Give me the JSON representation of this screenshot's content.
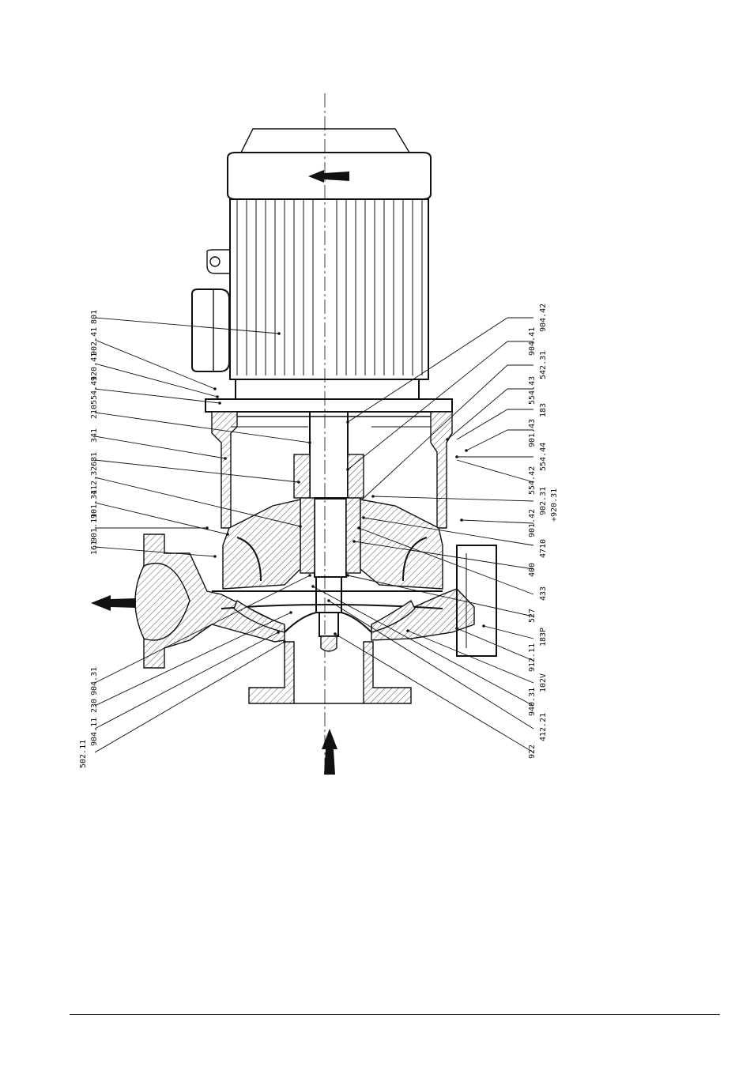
{
  "labels_left": [
    {
      "id": "801",
      "text": "801"
    },
    {
      "id": "902.41",
      "text": "902.41"
    },
    {
      "id": "920.41",
      "text": "920.41"
    },
    {
      "id": "554.41",
      "text": "554.41"
    },
    {
      "id": "210",
      "text": "210"
    },
    {
      "id": "341",
      "text": "341"
    },
    {
      "id": "681",
      "text": "681"
    },
    {
      "id": "412.32",
      "text": "412.32"
    },
    {
      "id": "901.31",
      "text": "901.31"
    },
    {
      "id": "901.11",
      "text": "901.11"
    },
    {
      "id": "161",
      "text": "161"
    },
    {
      "id": "904.31",
      "text": "904.31"
    },
    {
      "id": "230",
      "text": "230"
    },
    {
      "id": "904.11",
      "text": "904.11"
    },
    {
      "id": "502.11",
      "text": "502.11"
    }
  ],
  "labels_right": [
    {
      "id": "904.42",
      "text": "904.42"
    },
    {
      "id": "904.41",
      "text": "904.41"
    },
    {
      "id": "542.31",
      "text": "542.31"
    },
    {
      "id": "554.43",
      "text": "554.43"
    },
    {
      "id": "183",
      "text": "183"
    },
    {
      "id": "901.43",
      "text": "901.43"
    },
    {
      "id": "554.44",
      "text": "554.44"
    },
    {
      "id": "554.42",
      "text": "554.42"
    },
    {
      "id": "902.31",
      "text": "902.31"
    },
    {
      "id": "920.31",
      "text": "+920.31"
    },
    {
      "id": "901.42",
      "text": "901.42"
    },
    {
      "id": "4710",
      "text": "4710"
    },
    {
      "id": "400",
      "text": "400"
    },
    {
      "id": "433",
      "text": "433"
    },
    {
      "id": "527",
      "text": "527"
    },
    {
      "id": "183P",
      "text": "183P"
    },
    {
      "id": "912.11",
      "text": "912.11"
    },
    {
      "id": "102V",
      "text": "102V"
    },
    {
      "id": "940.31",
      "text": "940.31"
    },
    {
      "id": "412.21",
      "text": "412.21"
    },
    {
      "id": "922",
      "text": "922"
    }
  ]
}
